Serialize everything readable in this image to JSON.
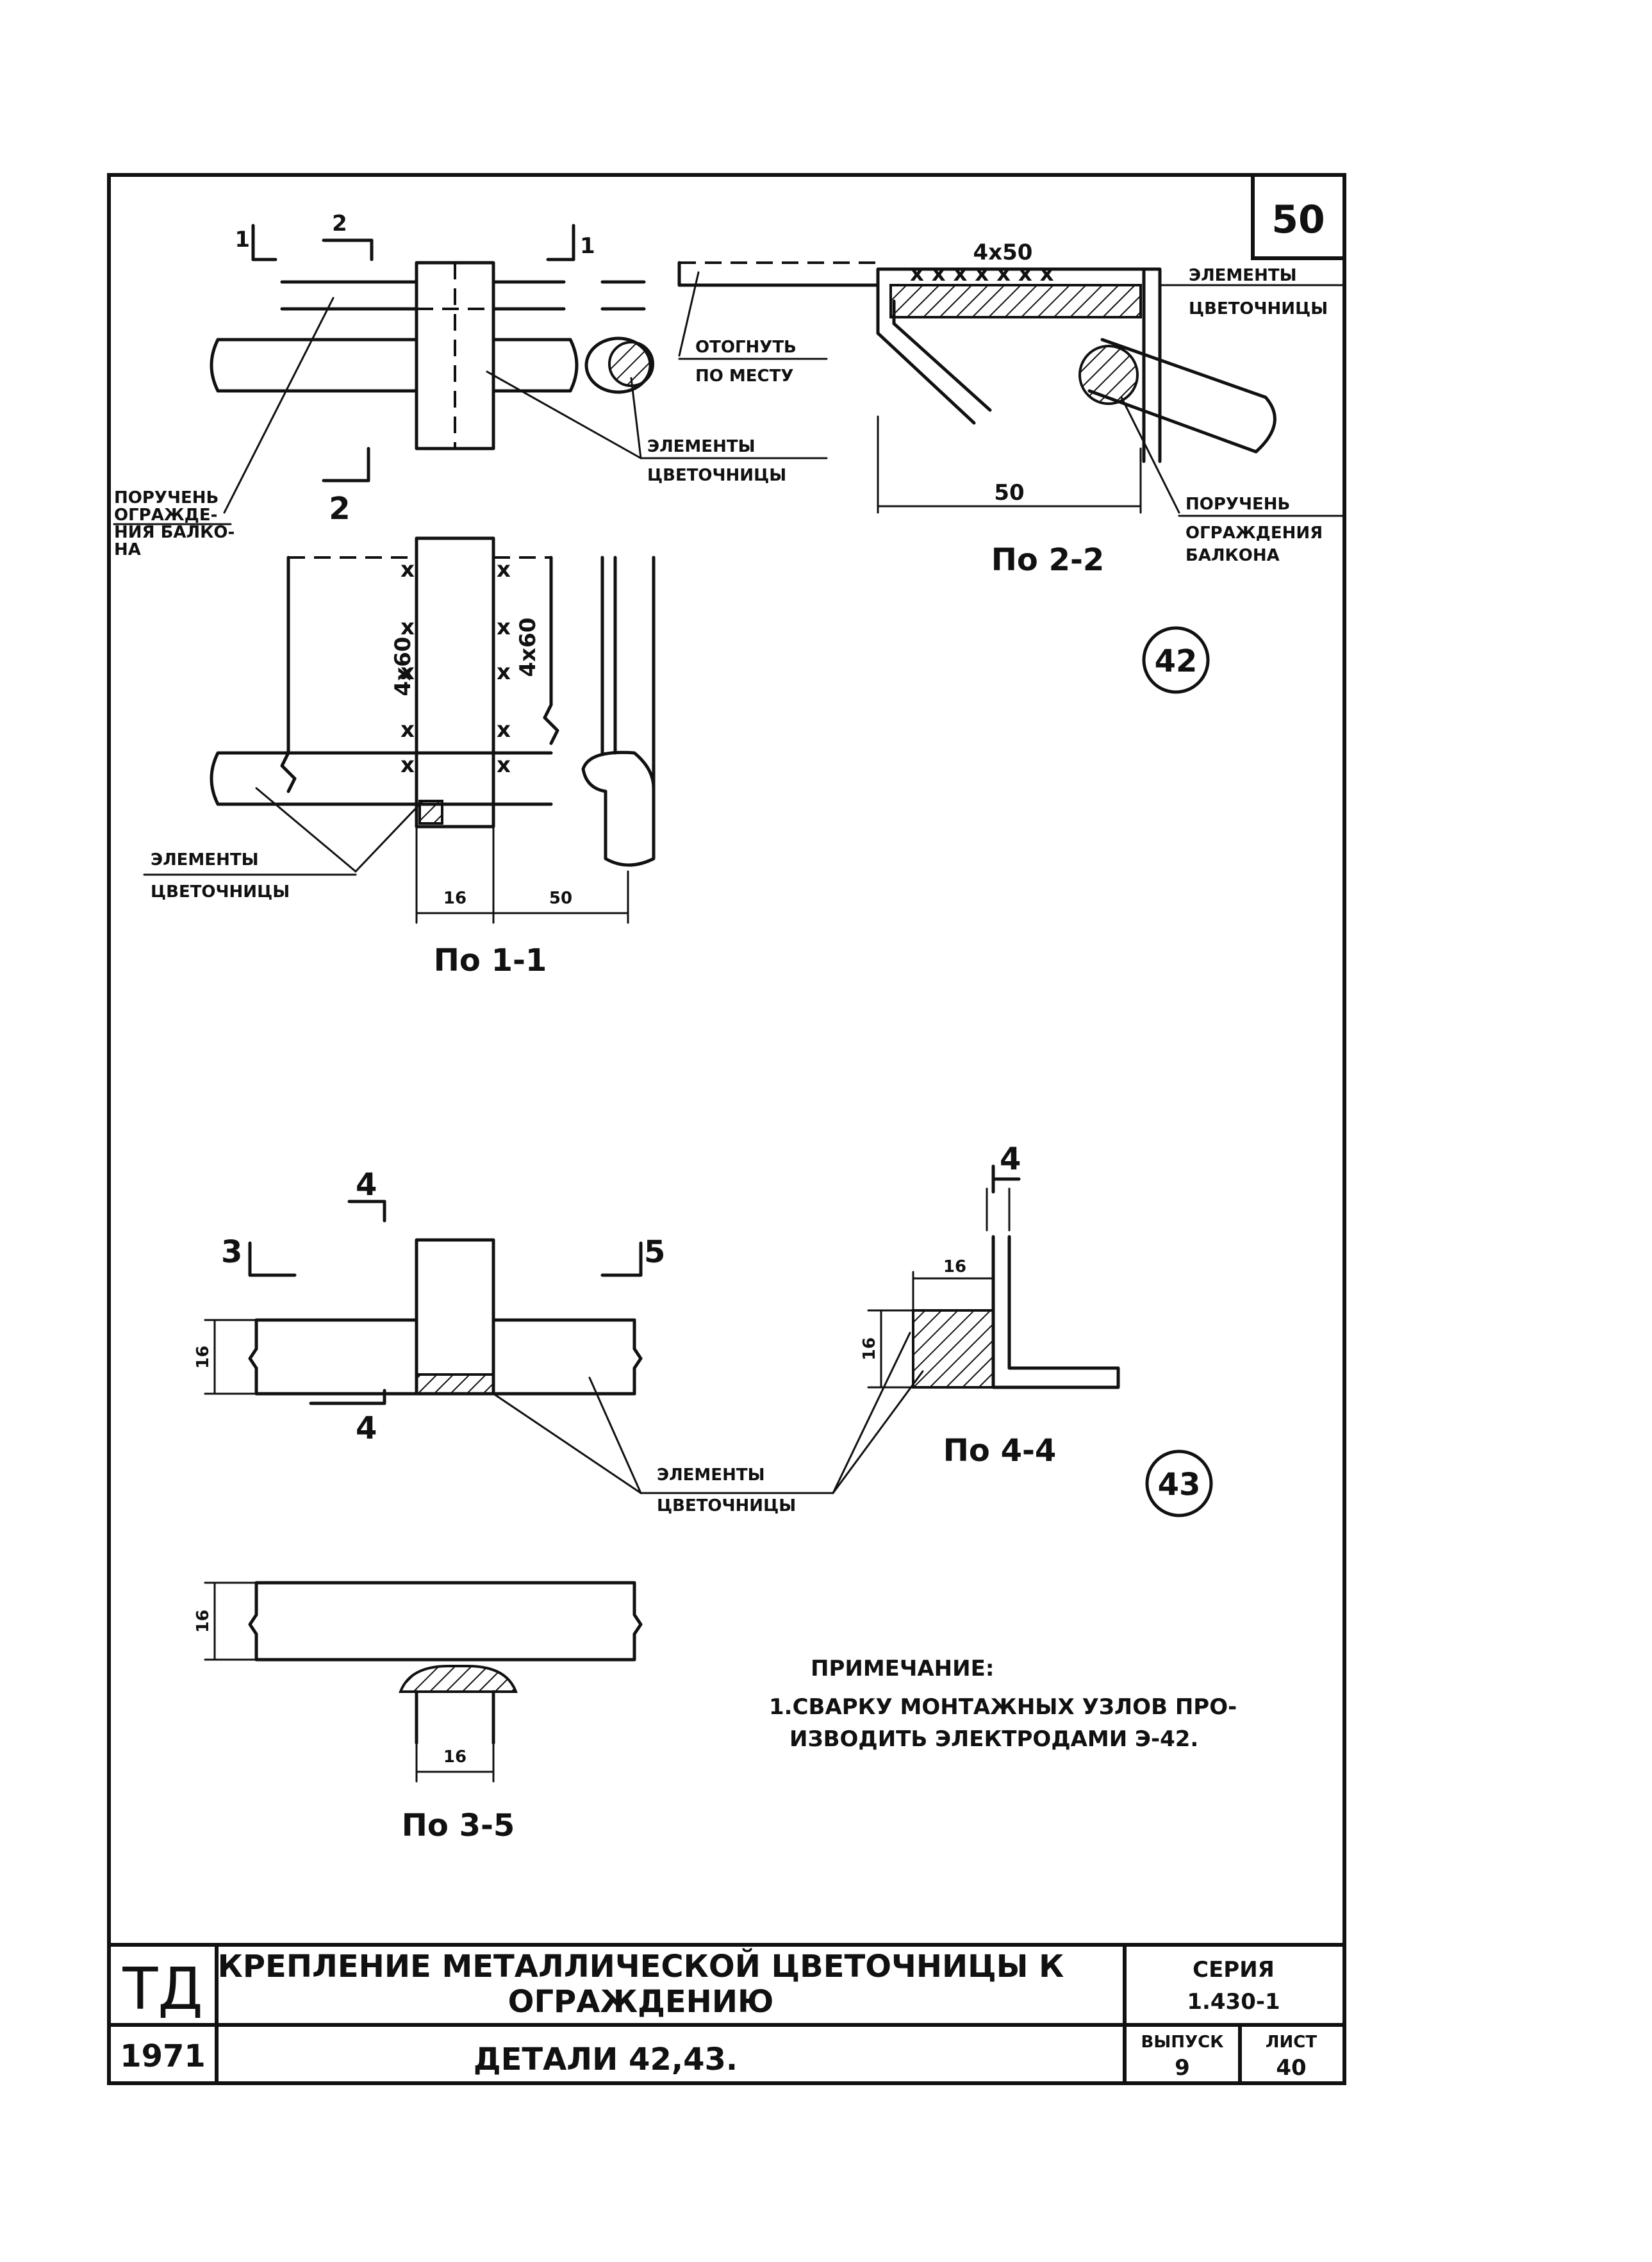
{
  "sheet": {
    "number": "50"
  },
  "detail42": {
    "badge": "42",
    "cuts": {
      "s1a": "1",
      "s2a": "2",
      "s1b": "1",
      "s2b": "2"
    },
    "labels": {
      "flower_elements": "ЭЛЕМЕНТЫ ЦВЕТОЧНИЦЫ",
      "flower_elements_line1": "ЭЛЕМЕНТЫ",
      "flower_elements_line2": "ЦВЕТОЧНИЦЫ",
      "bend_line1": "ОТОГНУТЬ",
      "bend_line2": "ПО МЕСТУ",
      "rail_line1": "ПОРУЧЕНЬ",
      "rail_line2": "ОГРАЖДЕ-",
      "rail_line3": "НИЯ БАЛКО-",
      "rail_line4": "НА",
      "rail2_line1": "ПОРУЧЕНЬ",
      "rail2_line2": "ОГРАЖДЕНИЯ",
      "rail2_line3": "БАЛКОНА"
    },
    "dims": {
      "weld_top": "4x50",
      "base_50": "50",
      "weld_left": "4x60",
      "weld_right": "4x60",
      "dim16": "16",
      "dim50": "50"
    },
    "views": {
      "section22": "По 2-2",
      "section11": "По 1-1"
    }
  },
  "detail43": {
    "badge": "43",
    "cuts": {
      "s3": "3",
      "s4a": "4",
      "s4b": "4",
      "s5": "5",
      "s4c": "4"
    },
    "dims": {
      "h16a": "16",
      "h16b": "16",
      "h16c": "16",
      "w16a": "16",
      "w16b": "16"
    },
    "labels": {
      "flower_line1": "ЭЛЕМЕНТЫ",
      "flower_line2": "ЦВЕТОЧНИЦЫ"
    },
    "views": {
      "section44": "По 4-4",
      "section35": "По 3-5"
    }
  },
  "note": {
    "title": "ПРИМЕЧАНИЕ:",
    "line1": "1.СВАРКУ МОНТАЖНЫХ УЗЛОВ ПРО-",
    "line2": "ИЗВОДИТЬ ЭЛЕКТРОДАМИ Э-42."
  },
  "title_block": {
    "org": "ТД",
    "year": "1971",
    "title_line1": "КРЕПЛЕНИЕ МЕТАЛЛИЧЕСКОЙ ЦВЕТОЧНИЦЫ К",
    "title_line2": "ОГРАЖДЕНИЮ",
    "subtitle": "ДЕТАЛИ 42,43.",
    "series_label": "СЕРИЯ",
    "series_value": "1.430-1",
    "issue_label": "ВЫПУСК",
    "issue_value": "9",
    "sheet_label": "ЛИСТ",
    "sheet_value": "40"
  }
}
